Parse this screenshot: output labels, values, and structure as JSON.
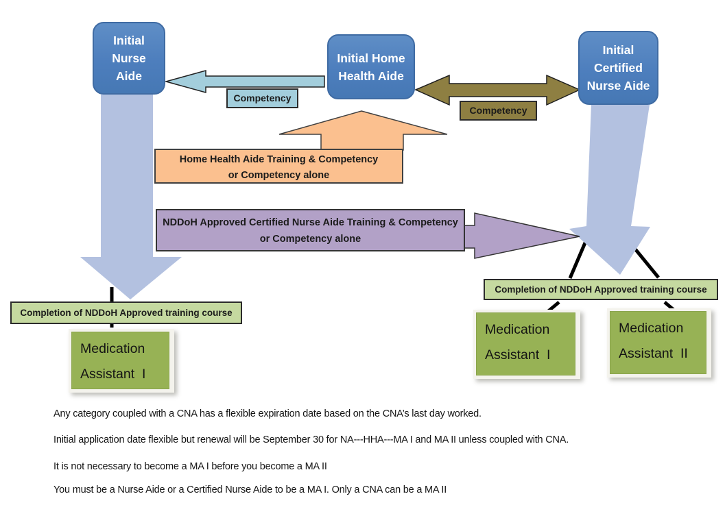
{
  "nodes": {
    "initial_nurse_aide": "Initial\nNurse\nAide",
    "initial_home_health_aide": "Initial Home\nHealth Aide",
    "initial_certified_nurse_aide": "Initial\nCertified\nNurse Aide"
  },
  "labels": {
    "competency_left": "Competency",
    "competency_right": "Competency",
    "hha_training": "Home Health Aide Training & Competency\nor Competency alone",
    "cna_training": "NDDoH Approved Certified Nurse Aide Training & Competency\nor Competency alone",
    "completion_left": "Completion of NDDoH Approved training course",
    "completion_right": "Completion of NDDoH Approved training course",
    "medication_assistant_1_left": "Medication\nAssistant  I",
    "medication_assistant_1_right": "Medication\nAssistant  I",
    "medication_assistant_2_right": "Medication\nAssistant  II"
  },
  "notes": [
    "Any category coupled with a CNA has a flexible expiration date based on the CNA’s last day worked.",
    "Initial application date flexible but renewal will be September 30 for NA---HHA---MA I and MA II unless coupled with CNA.",
    "It is not necessary to become a MA I before you become a MA II",
    "You must be a Nurse Aide or a Certified Nurse Aide to be a MA I. Only a CNA can be a MA II"
  ],
  "colors": {
    "node_blue": "#4d7ebd",
    "big_arrow_blue": "#b3c1e0",
    "cyan": "#a3cedc",
    "olive": "#8e7f42",
    "orange": "#fbc08f",
    "purple": "#b2a1c7",
    "light_green": "#c5d9a0",
    "medication_green": "#97b255",
    "connector_black": "#000000"
  }
}
